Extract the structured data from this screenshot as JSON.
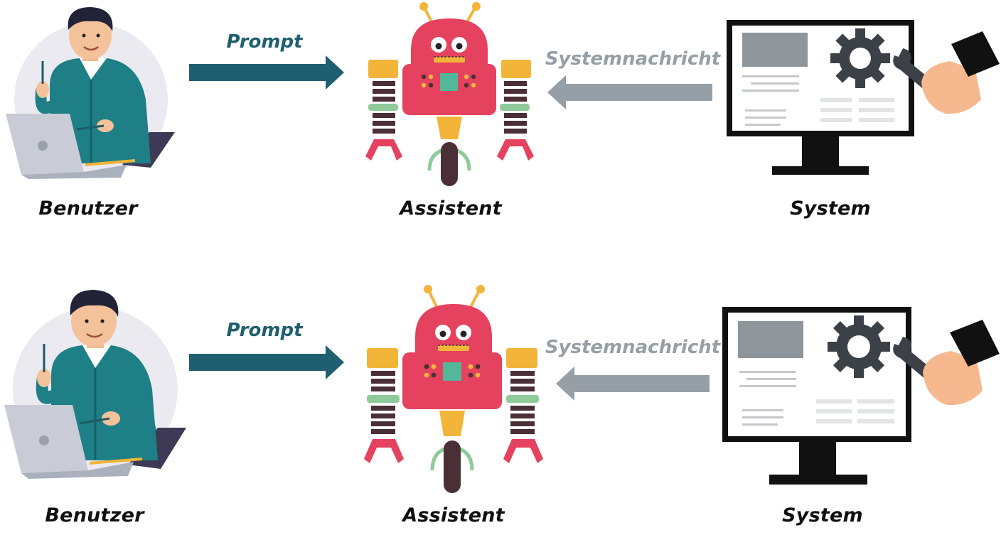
{
  "colors": {
    "prompt_arrow": "#1f5f6f",
    "system_arrow": "#969fa6",
    "robot_body": "#e5425f",
    "robot_accent": "#f2b53a",
    "robot_green": "#8fca9a",
    "robot_dark": "#4a2f36",
    "monitor": "#111111",
    "shirt": "#1f7f86"
  },
  "rows": [
    {
      "actors": {
        "user": "Benutzer",
        "assistant": "Assistent",
        "system": "System"
      },
      "arrows": {
        "prompt": "Prompt",
        "system_message": "Systemnachricht"
      }
    },
    {
      "actors": {
        "user": "Benutzer",
        "assistant": "Assistent",
        "system": "System"
      },
      "arrows": {
        "prompt": "Prompt",
        "system_message": "Systemnachricht"
      }
    }
  ]
}
